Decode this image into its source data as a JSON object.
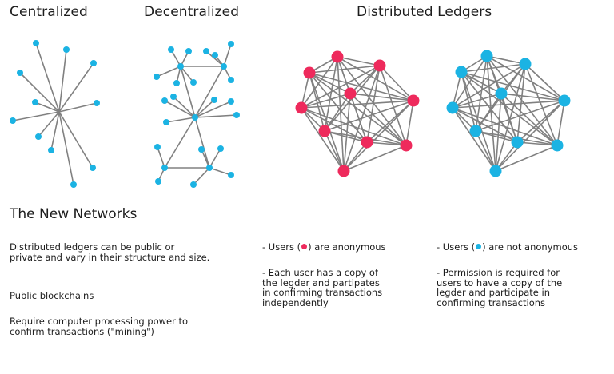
{
  "titles": {
    "centralized": "Centralized",
    "decentralized": "Decentralized",
    "distributed": "Distributed Ledgers"
  },
  "colors": {
    "blue": "#1bb3e3",
    "pink": "#ee2a5c",
    "line": "#808080"
  },
  "section_title": "The New Networks",
  "left": {
    "intro_line1": "Distributed ledgers can be public or",
    "intro_line2": "private and vary in their structure and size.",
    "public_title": "Public blockchains",
    "public_line1": "Require computer processing power to",
    "public_line2": "confirm transactions (\"mining\")"
  },
  "middle": {
    "users_prefix": "- Users (",
    "users_suffix": ") are anonymous",
    "copy_line1": "- Each user has a copy of",
    "copy_line2": "the legder and partipates",
    "copy_line3": "in confirming transactions",
    "copy_line4": "independently"
  },
  "right": {
    "users_prefix": "- Users (",
    "users_suffix": ") are  not anonymous",
    "perm_line1": "- Permission is required for",
    "perm_line2": "users to have a copy of the",
    "perm_line3": "legder and participate in",
    "perm_line4": "confirming transactions"
  }
}
